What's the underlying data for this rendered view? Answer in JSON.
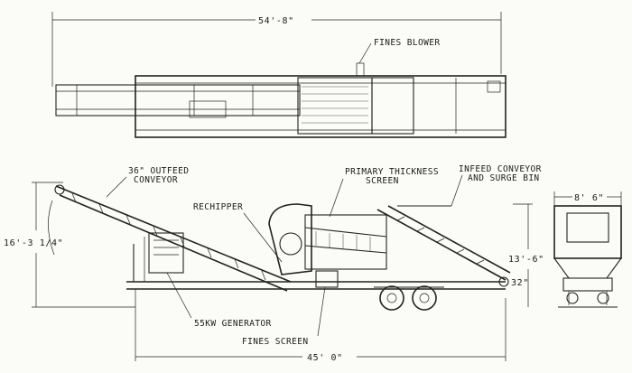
{
  "dimensions": {
    "overall_length_top": "54'-8\"",
    "side_height": "16'-3 1/4\"",
    "chassis_length": "45' 0\"",
    "bin_width": "8' 6\"",
    "bin_height": "13'-6\"",
    "small_dim": "32\""
  },
  "labels": {
    "fines_blower": "FINES BLOWER",
    "outfeed_conveyor_line1": "36\" OUTFEED",
    "outfeed_conveyor_line2": "CONVEYOR",
    "primary_thickness_line1": "PRIMARY THICKNESS",
    "primary_thickness_line2": "SCREEN",
    "infeed_conveyor_line1": "INFEED CONVEYOR",
    "infeed_conveyor_line2": "AND SURGE BIN",
    "rechipper": "RECHIPPER",
    "generator": "55KW GENERATOR",
    "fines_screen": "FINES SCREEN"
  },
  "icons": {
    "wheel": "wheel-icon"
  }
}
